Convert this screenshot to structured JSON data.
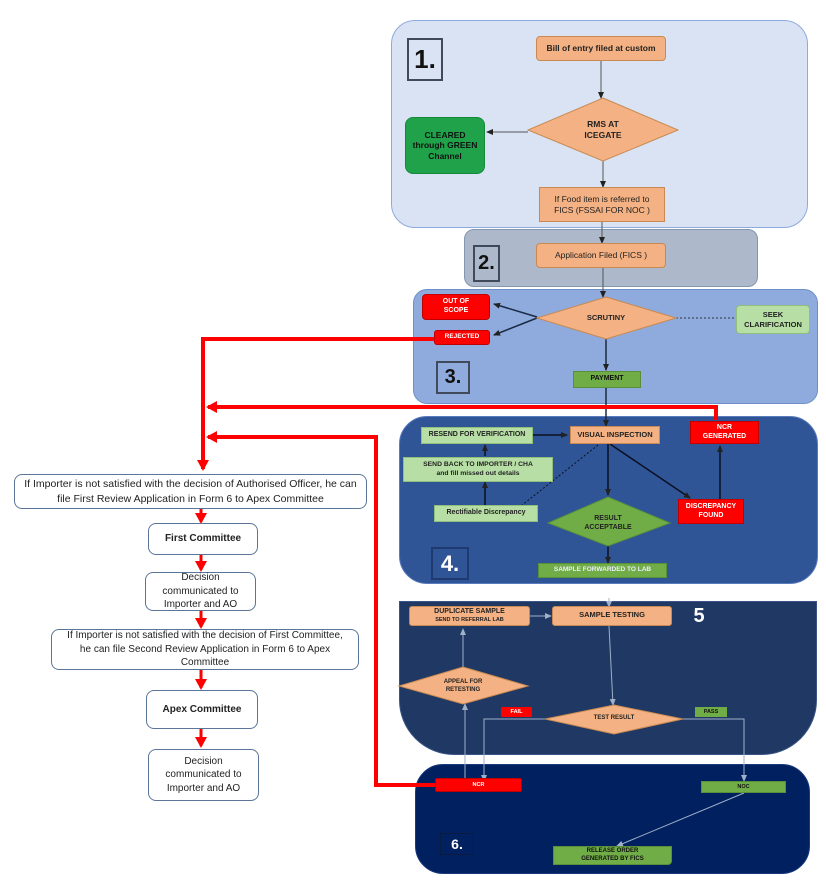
{
  "stages": [
    {
      "number": "1.",
      "name": "customs-stage"
    },
    {
      "number": "2.",
      "name": "application-stage"
    },
    {
      "number": "3.",
      "name": "scrutiny-stage"
    },
    {
      "number": "4.",
      "name": "inspection-stage"
    },
    {
      "number": "5",
      "name": "testing-stage"
    },
    {
      "number": "6.",
      "name": "outcome-stage"
    }
  ],
  "stage1": {
    "bill_of_entry": "Bill of entry filed at custom",
    "rms_decision": "RMS AT ICEGATE",
    "cleared_green": "CLEARED through GREEN Channel",
    "food_referred": "If Food item is referred to FICS (FSSAI FOR NOC )"
  },
  "stage2": {
    "application_filed": "Application Filed  (FICS )"
  },
  "stage3": {
    "scrutiny": "SCRUTINY",
    "out_of_scope": "OUT OF SCOPE",
    "rejected": "REJECTED",
    "seek_clarification": "SEEK CLARIFICATION",
    "payment": "PAYMENT"
  },
  "stage4": {
    "resend_verification": "RESEND FOR VERIFICATION",
    "visual_inspection": "VISUAL INSPECTION",
    "ncr_generated": "NCR GENERATED",
    "send_back_line1": "SEND BACK TO IMPORTER / CHA",
    "send_back_line2": "and fill missed out details",
    "rectifiable": "Rectifiable Discrepancy",
    "result_acceptable": "RESULT ACCEPTABLE",
    "discrepancy_found": "DISCREPANCY FOUND",
    "sample_forwarded": "SAMPLE FORWARDED TO LAB"
  },
  "stage5": {
    "duplicate_line1": "DUPLICATE SAMPLE",
    "duplicate_line2": "SEND TO REFERRAL LAB",
    "sample_testing": "SAMPLE TESTING",
    "appeal_retesting": "APPEAL FOR RETESTING",
    "test_result": "TEST RESULT",
    "fail": "FAIL",
    "pass": "PASS"
  },
  "stage6": {
    "ncr": "NCR",
    "noc": "NOC",
    "release_order": "RELEASE ORDER GENERATED BY FICS"
  },
  "appeal": {
    "first_review": "If Importer is not satisfied with the decision of Authorised Officer, he can file First Review Application in Form 6 to Apex Committee",
    "first_committee": "First Committee",
    "decision_1": "Decision communicated to Importer and AO",
    "second_review": "If Importer is not satisfied with the decision of First Committee, he can file Second Review Application in Form 6 to Apex Committee",
    "apex_committee": "Apex Committee",
    "decision_2": "Decision communicated to Importer and AO"
  },
  "colors": {
    "stage1_bg": "#dae3f3",
    "stage2_bg": "#adb9ca",
    "stage3_bg": "#8faadc",
    "stage4_bg": "#2f5597",
    "stage5_bg": "#1f3864",
    "stage6_bg": "#002060",
    "peach": "#f4b183",
    "red": "#ff0000",
    "green": "#70ad47"
  }
}
